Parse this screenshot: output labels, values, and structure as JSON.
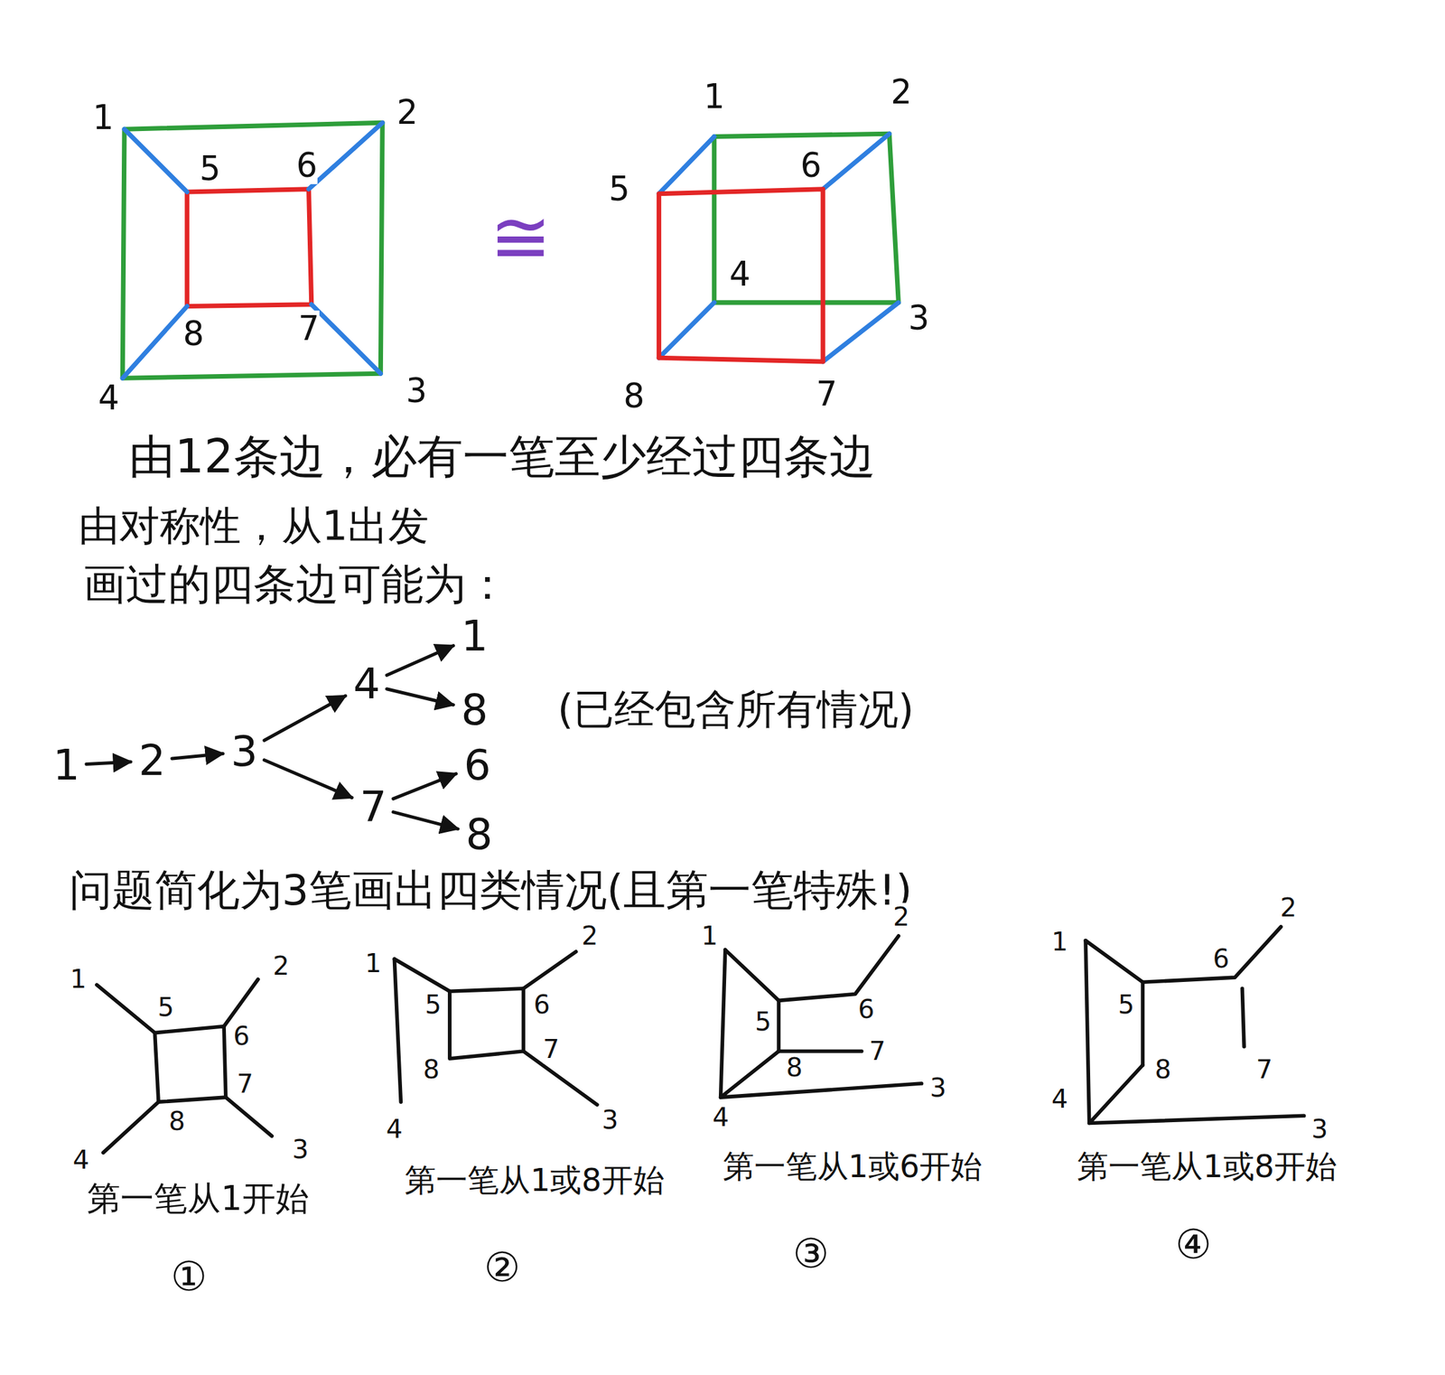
{
  "diagram": {
    "nodes": [
      {
        "text": [
          "1"
        ]
      },
      {
        "text": [
          "2"
        ]
      },
      {
        "text": [
          "3"
        ]
      },
      {
        "text": [
          "4"
        ]
      },
      {
        "text": [
          "1"
        ]
      },
      {
        "text": [
          "8"
        ]
      },
      {
        "text": [
          "7"
        ]
      },
      {
        "text": [
          "6"
        ]
      },
      {
        "text": [
          "8"
        ]
      }
    ],
    "edges": [
      {
        "from": 0,
        "to": 1,
        "arrow": "to"
      },
      {
        "from": 1,
        "to": 2,
        "arrow": "to"
      },
      {
        "from": 2,
        "to": 3,
        "arrow": "to"
      },
      {
        "from": 2,
        "to": 6,
        "arrow": "to"
      },
      {
        "from": 3,
        "to": 4,
        "arrow": "to"
      },
      {
        "from": 3,
        "to": 5,
        "arrow": "to"
      },
      {
        "from": 6,
        "to": 7,
        "arrow": "to"
      },
      {
        "from": 6,
        "to": 8,
        "arrow": "to"
      }
    ],
    "labels": [
      "1",
      "2",
      "5",
      "6",
      "8",
      "7",
      "4",
      "3",
      "≅",
      "1",
      "2",
      "5",
      "6",
      "4",
      "3",
      "8",
      "7",
      "由12条边，必有一笔至少经过四条边",
      "由对称性，从1出发",
      "画过的四条边可能为：",
      "(已经包含所有情况)",
      "问题简化为3笔画出四类情况(且第一笔特殊!)",
      "1",
      "5",
      "2",
      "6",
      "7",
      "8",
      "4",
      "3",
      "第一笔从1开始",
      "①",
      "1",
      "2",
      "5",
      "6",
      "8",
      "7",
      "4",
      "3",
      "第一笔从1或8开始",
      "②",
      "1",
      "2",
      "5",
      "6",
      "8",
      "7",
      "4",
      "3",
      "第一笔从1或6开始",
      "③",
      "1",
      "2",
      "6",
      "5",
      "8",
      "7",
      "4",
      "3",
      "第一笔从1或8开始",
      "④"
    ]
  }
}
